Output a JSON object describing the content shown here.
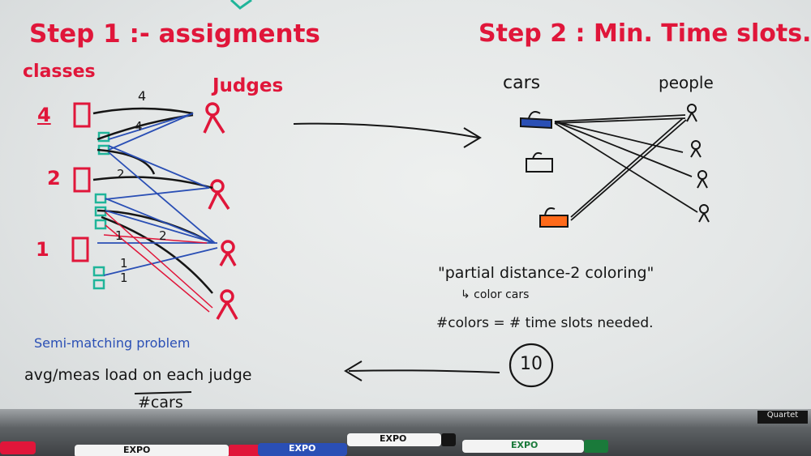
{
  "step1": {
    "title": "Step 1 :- assigments",
    "classes_label": "classes",
    "judges_label": "Judges",
    "class_counts": [
      "4",
      "2",
      "1"
    ],
    "edge_labels": [
      "4",
      "4",
      "2",
      "2",
      "1",
      "1",
      "1"
    ]
  },
  "step2": {
    "title": "Step 2 : Min. Time slots.",
    "cars_label": "cars",
    "people_label": "people",
    "coloring_text": "\"partial distance-2 coloring\"",
    "arrow_note": "↳ color cars",
    "colors_eq": "#colors = # time slots needed.",
    "circled_number": "10"
  },
  "bottom": {
    "semi_matching": "Semi-matching problem",
    "avg_line": "avg/meas load on each judge",
    "denominator": "#cars"
  },
  "tray": {
    "brand_1": "EXPO",
    "brand_2": "EXPO",
    "brand_3": "EXPO",
    "brand_4": "EXPO",
    "corner_logo": "Quartet"
  },
  "colors": {
    "red_ink": "#e0163a",
    "black_ink": "#151515",
    "blue_ink": "#2a4fb5",
    "teal_ink": "#20b59a",
    "orange_fill": "#ff6a1a"
  }
}
